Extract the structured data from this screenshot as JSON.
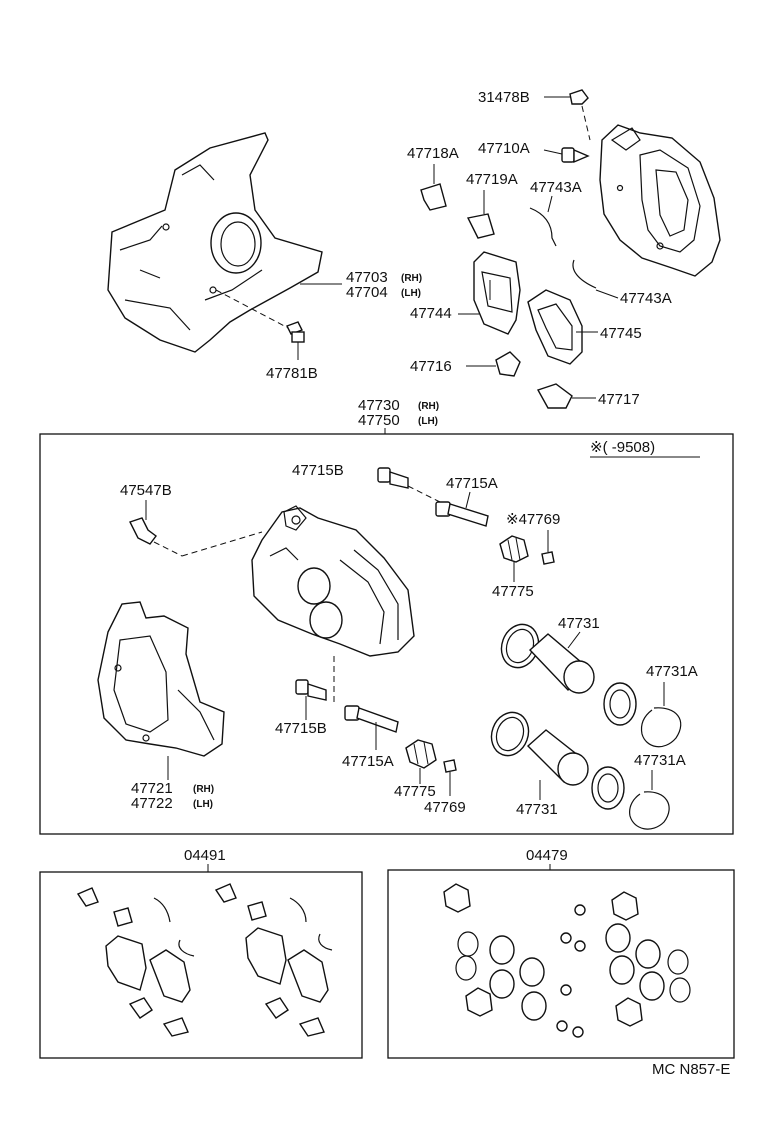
{
  "labels": {
    "p31478B": "31478B",
    "p47710A": "47710A",
    "p47718A": "47718A",
    "p47719A": "47719A",
    "p47743A_1": "47743A",
    "p47743A_2": "47743A",
    "p47703": "47703",
    "p47704": "47704",
    "rh": "(RH)",
    "lh": "(LH)",
    "p47744": "47744",
    "p47745": "47745",
    "p47716": "47716",
    "p47717": "47717",
    "p47781B": "47781B",
    "p47730": "47730",
    "p47750": "47750",
    "p47715B_1": "47715B",
    "p47715A_1": "47715A",
    "p47547B": "47547B",
    "p47769_1": "※47769",
    "p47775_1": "47775",
    "p47731_1": "47731",
    "p47731A_1": "47731A",
    "p47715B_2": "47715B",
    "p47715A_2": "47715A",
    "p47775_2": "47775",
    "p47769_2": "47769",
    "p47731A_2": "47731A",
    "p47731_2": "47731",
    "p47721": "47721",
    "p47722": "47722",
    "p04491": "04491",
    "p04479": "04479",
    "note": "※(     -9508)",
    "code": "MC N857-E"
  }
}
